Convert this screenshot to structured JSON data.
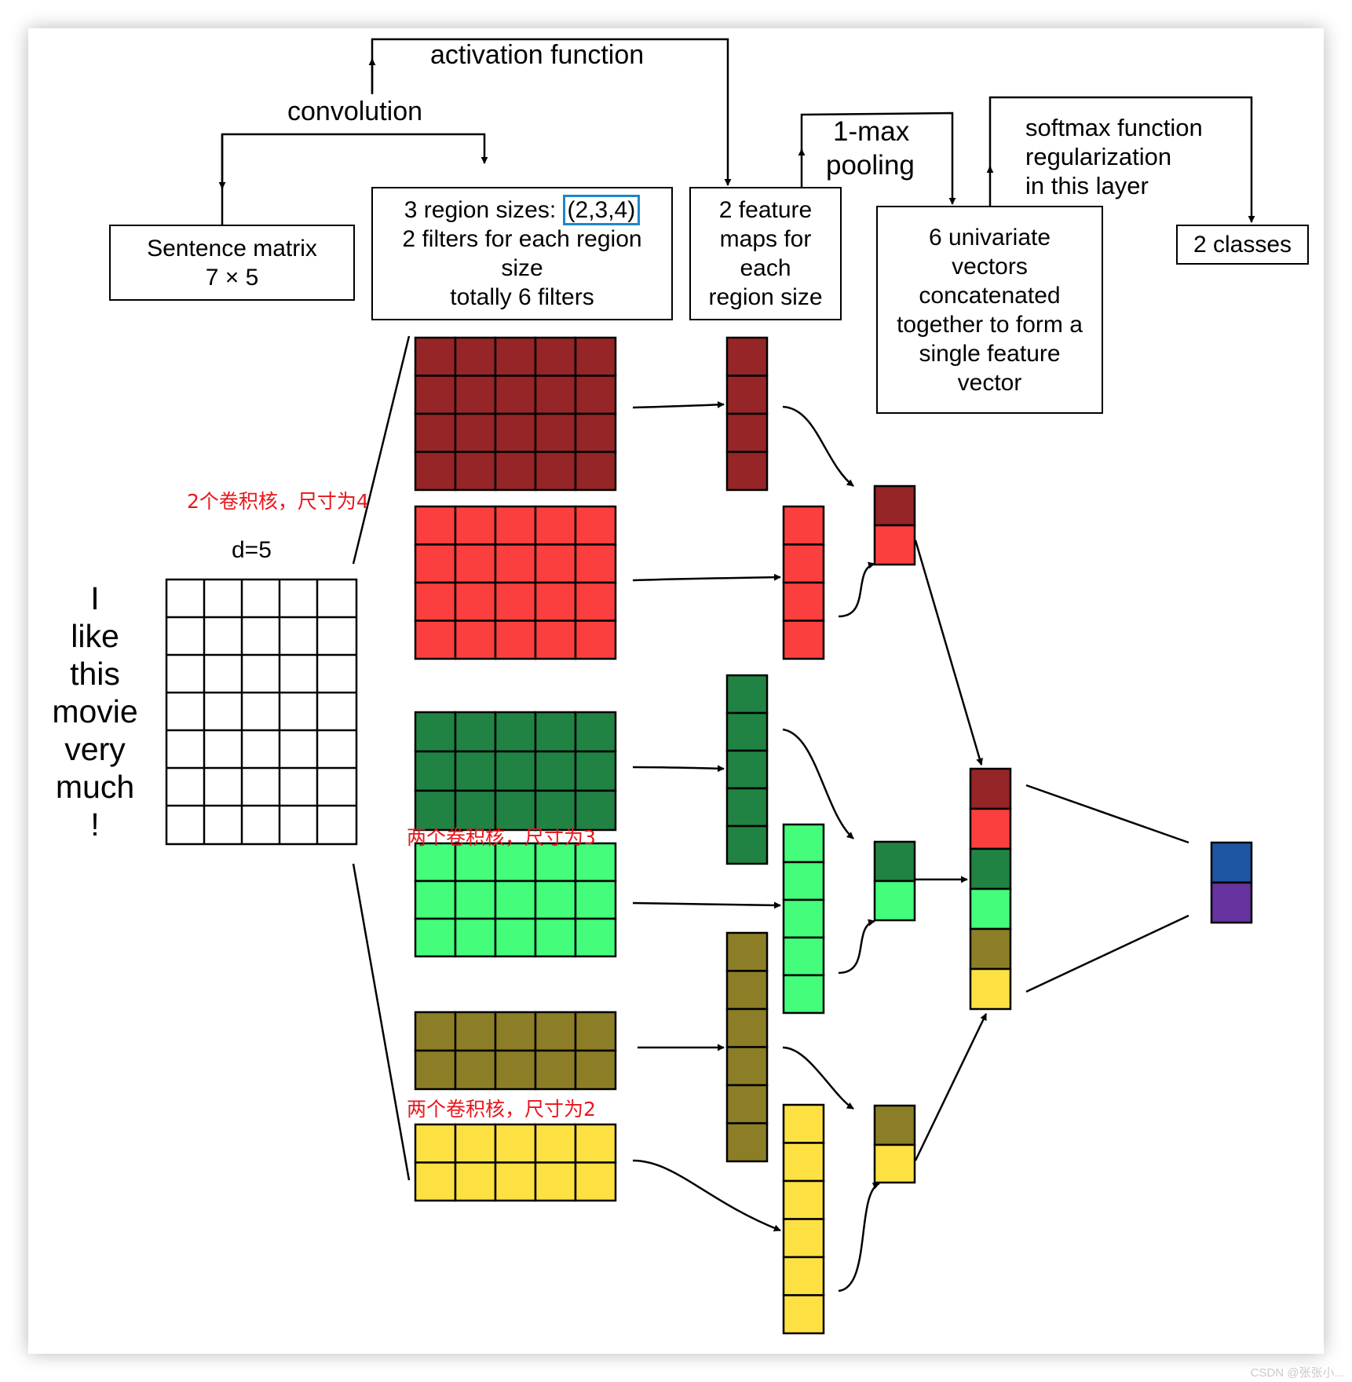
{
  "labels": {
    "activation": "activation function",
    "convolution": "convolution",
    "pooling_line1": "1-max",
    "pooling_line2": "pooling",
    "softmax_line1": "softmax function",
    "softmax_line2": "regularization",
    "softmax_line3": "in this layer",
    "d": "d=5"
  },
  "boxes": {
    "sentence": [
      "Sentence matrix",
      "7 × 5"
    ],
    "regions_prefix": "3 region sizes: ",
    "regions_highlight": "(2,3,4)",
    "regions": [
      "2 filters for each region",
      "size",
      "totally 6 filters"
    ],
    "feature_maps": [
      "2 feature",
      "maps for",
      "each",
      "region size"
    ],
    "univariate": [
      "6 univariate",
      "vectors",
      "concatenated",
      "together to form a",
      "single feature",
      "vector"
    ],
    "classes": "2 classes"
  },
  "sentence_words": [
    "I",
    "like",
    "this",
    "movie",
    "very",
    "much",
    "!"
  ],
  "annotations": {
    "size4": "2个卷积核，尺寸为4",
    "size3": "两个卷积核，尺寸为3",
    "size2": "两个卷积核，尺寸为2"
  },
  "colors": {
    "dark_red": "#952527",
    "red": "#fb3f3e",
    "dark_green": "#218343",
    "light_green": "#43fd7b",
    "olive": "#8c7e26",
    "yellow": "#fde143",
    "blue": "#1f56a3",
    "purple": "#6633a0"
  },
  "watermark": "CSDN @张张小..."
}
